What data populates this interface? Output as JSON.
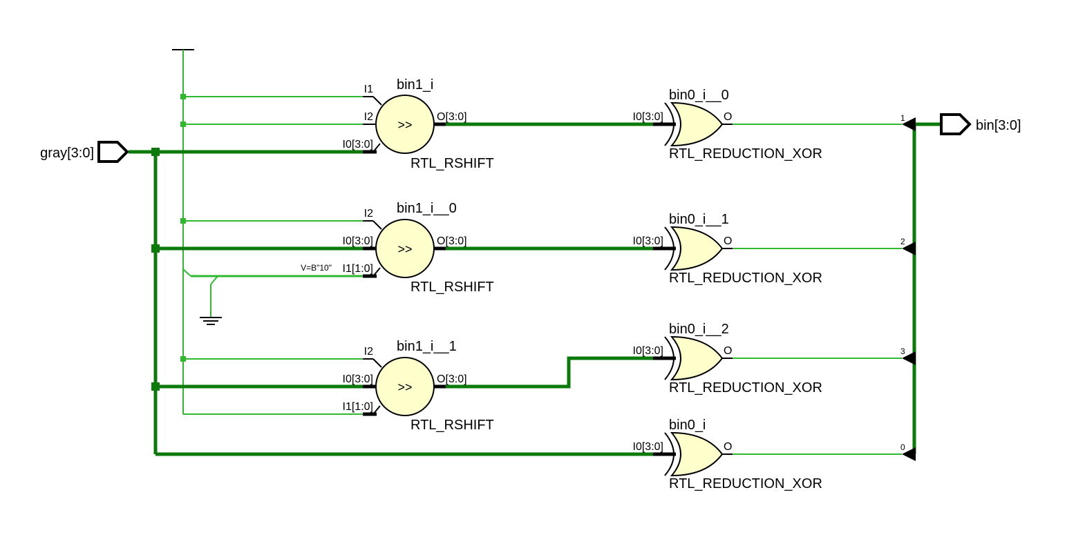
{
  "colors": {
    "bus": "#0b7a0b",
    "net": "#2eb82e",
    "gate_fill": "#ffffcc",
    "outline": "#000000"
  },
  "ports": {
    "input": "gray[3:0]",
    "output": "bin[3:0]"
  },
  "shifters": [
    {
      "name": "bin1_i",
      "type": "RTL_RSHIFT",
      "op": ">>",
      "pins": {
        "p1": "I1",
        "p2": "I2",
        "p3": "I0[3:0]",
        "out": "O[3:0]"
      }
    },
    {
      "name": "bin1_i__0",
      "type": "RTL_RSHIFT",
      "op": ">>",
      "pins": {
        "p1": "I2",
        "p2": "I0[3:0]",
        "p3": "I1[1:0]",
        "out": "O[3:0]"
      },
      "const_label": "V=B\"10\""
    },
    {
      "name": "bin1_i__1",
      "type": "RTL_RSHIFT",
      "op": ">>",
      "pins": {
        "p1": "I2",
        "p2": "I0[3:0]",
        "p3": "I1[1:0]",
        "out": "O[3:0]"
      }
    }
  ],
  "xors": [
    {
      "name": "bin0_i__0",
      "type": "RTL_REDUCTION_XOR",
      "in": "I0[3:0]",
      "out": "O",
      "bit": "1"
    },
    {
      "name": "bin0_i__1",
      "type": "RTL_REDUCTION_XOR",
      "in": "I0[3:0]",
      "out": "O",
      "bit": "2"
    },
    {
      "name": "bin0_i__2",
      "type": "RTL_REDUCTION_XOR",
      "in": "I0[3:0]",
      "out": "O",
      "bit": "3"
    },
    {
      "name": "bin0_i",
      "type": "RTL_REDUCTION_XOR",
      "in": "I0[3:0]",
      "out": "O",
      "bit": "0"
    }
  ]
}
